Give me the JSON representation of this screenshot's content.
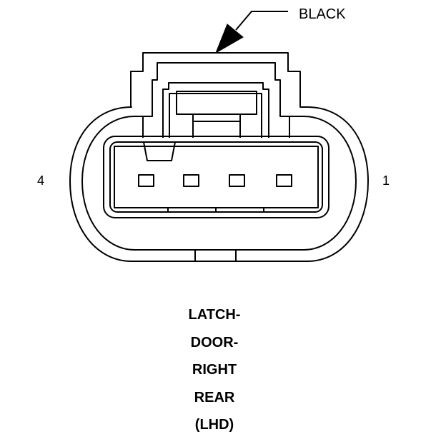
{
  "callout": {
    "wire_color": "BLACK"
  },
  "pins": {
    "left": "4",
    "right": "1"
  },
  "caption": {
    "lines": [
      "LATCH-",
      "DOOR-",
      "RIGHT",
      "REAR",
      "(LHD)"
    ]
  }
}
